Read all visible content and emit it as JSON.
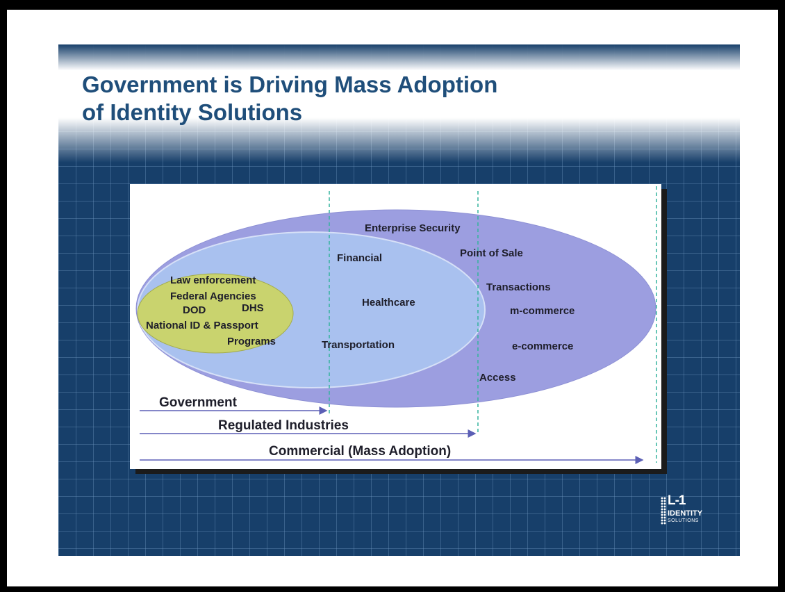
{
  "slide": {
    "title_line1": "Government is Driving Mass Adoption",
    "title_line2": "of Identity Solutions"
  },
  "diagram": {
    "government_ellipse": {
      "items": [
        "Law enforcement",
        "Federal Agencies",
        "DOD",
        "DHS",
        "National ID & Passport",
        "Programs"
      ],
      "color": "#c9d36e"
    },
    "regulated_ellipse": {
      "items": [
        "Financial",
        "Healthcare",
        "Transportation"
      ],
      "color": "#a9c1ef"
    },
    "commercial_ellipse": {
      "items": [
        "Enterprise Security",
        "Point of Sale",
        "Transactions",
        "m-commerce",
        "e-commerce",
        "Access"
      ],
      "color": "#9c9ee0"
    },
    "arrows": {
      "government": "Government",
      "regulated": "Regulated Industries",
      "commercial": "Commercial (Mass Adoption)"
    },
    "arrow_color": "#5b5fb5",
    "divider_color": "#35b39d"
  },
  "logo": {
    "brand": "L-1",
    "line1": "IDENTITY",
    "line2": "SOLUTIONS"
  }
}
